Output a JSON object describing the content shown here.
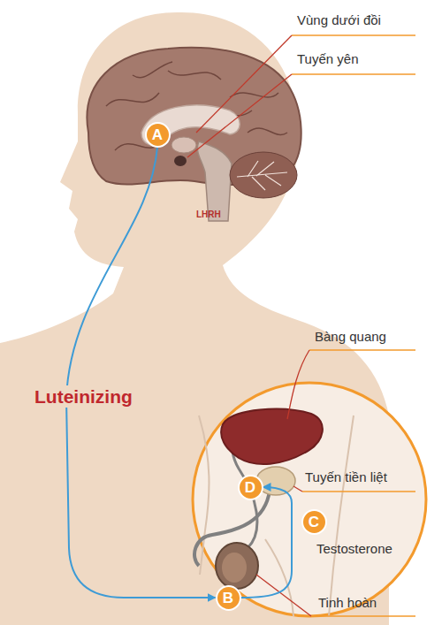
{
  "diagram": {
    "nodes": [
      {
        "text": [
          "A"
        ]
      },
      {
        "text": [
          "B"
        ]
      },
      {
        "text": [
          "C"
        ]
      },
      {
        "text": [
          "D"
        ]
      }
    ],
    "edges": [
      {
        "from": 0,
        "to": 1,
        "arrow": "to",
        "label": "Luteinizing"
      },
      {
        "from": 1,
        "to": 3,
        "arrow": "to"
      }
    ],
    "labels": [
      "Vùng dưới đồi",
      "Tuyến yên",
      "LHRH",
      "Bàng quang",
      "Tuyến tiền liệt",
      "Testosterone",
      "Tinh hoàn"
    ]
  }
}
